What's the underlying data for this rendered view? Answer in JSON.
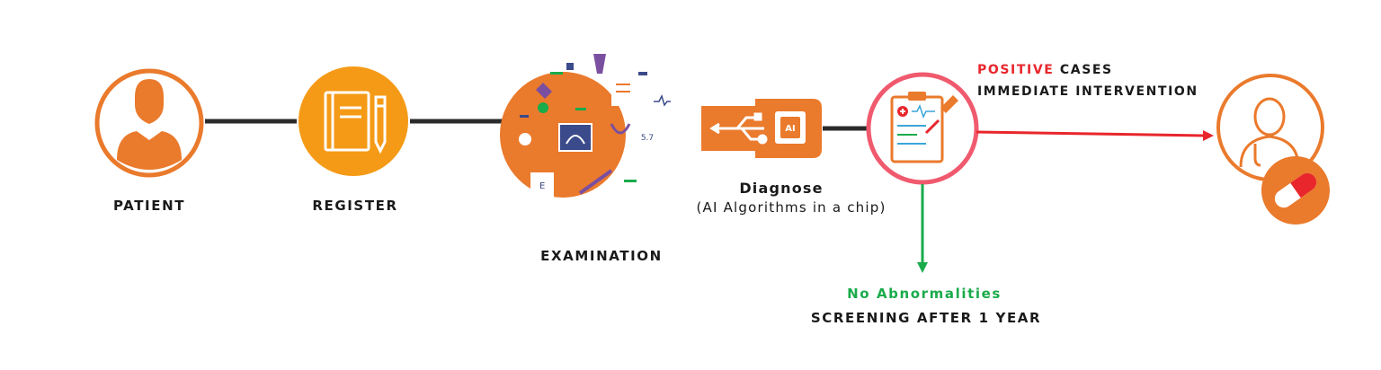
{
  "flow": {
    "patient": {
      "label": "PATIENT"
    },
    "register": {
      "label": "REGISTER"
    },
    "examination": {
      "label": "EXAMINATION"
    },
    "diagnose": {
      "title": "Diagnose",
      "subtitle": "(AI Algorithms in a chip)"
    },
    "positive": {
      "highlight": "POSITIVE",
      "rest": " CASES",
      "line2": "IMMEDIATE INTERVENTION"
    },
    "negative": {
      "line1": "No Abnormalities",
      "line2": "SCREENING AFTER 1 YEAR"
    },
    "chip_glyph": "AI"
  },
  "colors": {
    "orange": "#ea7a2c",
    "orange_light": "#f59a16",
    "line": "#2b2b2b",
    "red": "#e8262c",
    "green": "#1aab4b",
    "pink_ring": "#f05a6e"
  }
}
